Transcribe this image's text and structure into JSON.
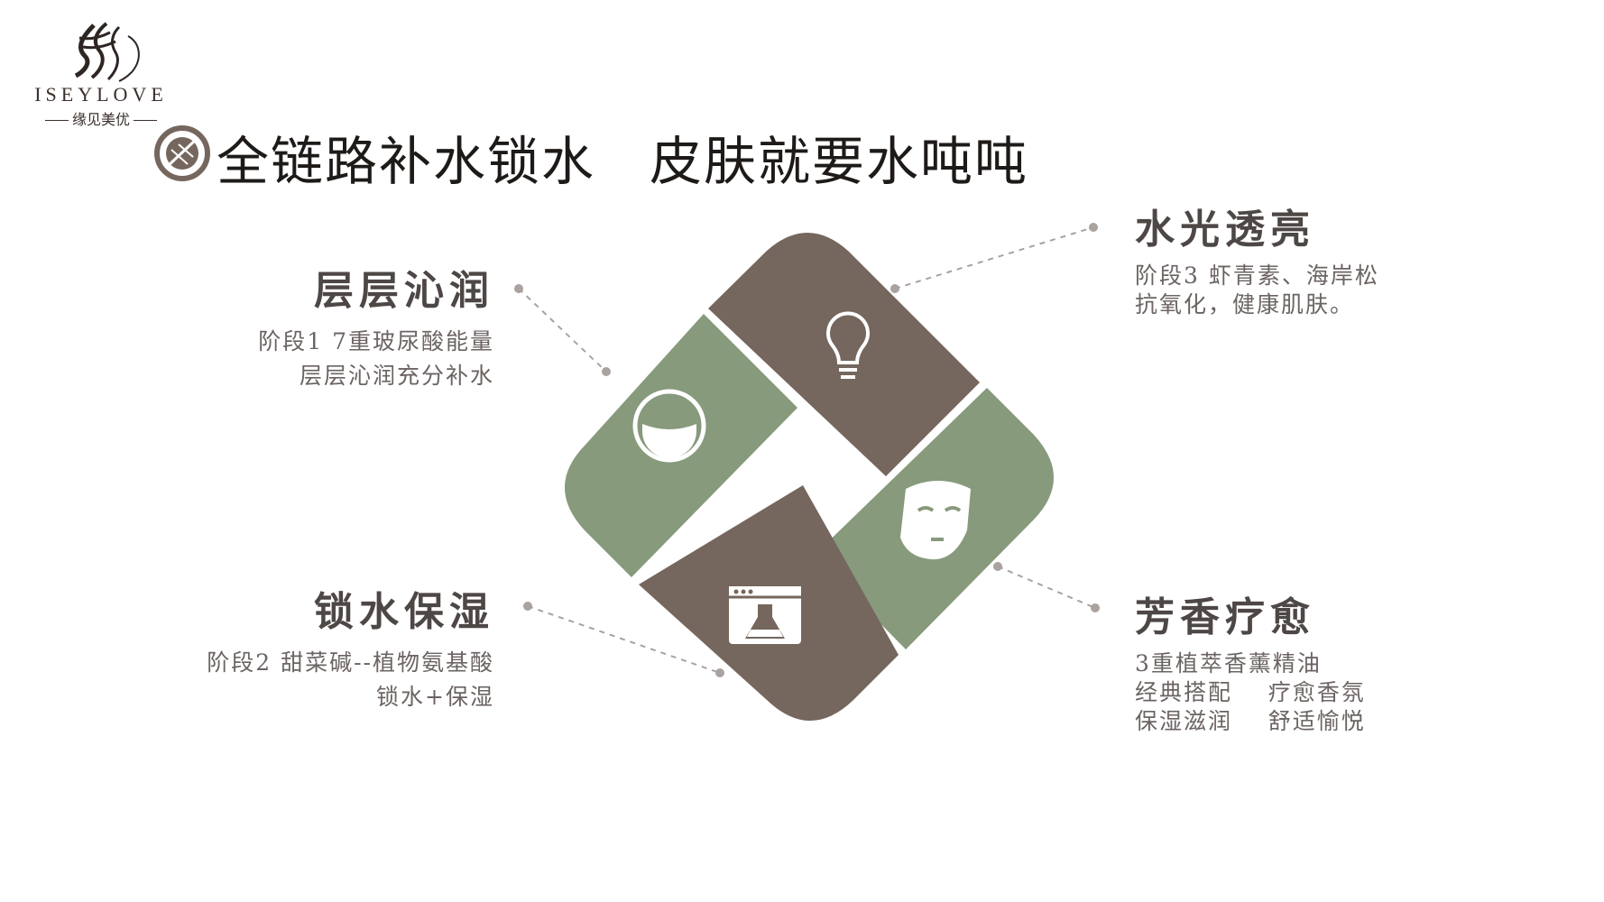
{
  "logo": {
    "brand": "ISEYLOVE",
    "sub": "缘见美优"
  },
  "title": {
    "part1": "全链路补水锁水",
    "part2": "皮肤就要水吨吨"
  },
  "sections": {
    "s1": {
      "heading": "层层沁润",
      "lines": [
        "阶段1  7重玻尿酸能量",
        "层层沁润充分补水"
      ],
      "icon": "water-drop-circle-icon"
    },
    "s2": {
      "heading": "锁水保湿",
      "lines": [
        "阶段2  甜菜碱--植物氨基酸",
        "锁水+保湿"
      ],
      "icon": "lab-flask-icon"
    },
    "s3": {
      "heading": "水光透亮",
      "lines": [
        "阶段3  虾青素、海岸松",
        "抗氧化，健康肌肤。"
      ],
      "icon": "lightbulb-icon"
    },
    "s4": {
      "heading": "芳香疗愈",
      "lines": [
        "3重植萃香薰精油",
        "经典搭配    疗愈香氛",
        "保湿滋润    舒适愉悦"
      ],
      "icon": "face-mask-icon"
    }
  },
  "colors": {
    "brown": "#75675e",
    "green": "#879a7c",
    "text": "#5a5350",
    "title": "#1e1a18"
  }
}
